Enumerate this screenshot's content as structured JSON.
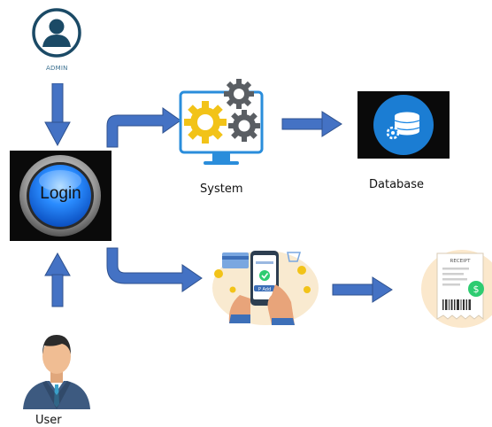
{
  "diagram": {
    "admin_label": "ADMIN",
    "login_label": "Login",
    "system_label": "System",
    "database_label": "Database",
    "user_label": "User",
    "payment_phone_text": "P Add",
    "receipt_label": "RECEIPT",
    "receipt_symbol": "$"
  },
  "colors": {
    "arrow": "#4472c4",
    "admin_icon": "#1b4a66",
    "login_button": "#1e90ff",
    "database_circle": "#1e88e5",
    "system_gear_yellow": "#f2c318",
    "system_gear_gray": "#5a5e63"
  },
  "icons": [
    "admin-icon",
    "login-button",
    "system-icon",
    "database-icon",
    "payment-illustration",
    "receipt-illustration",
    "user-icon"
  ]
}
